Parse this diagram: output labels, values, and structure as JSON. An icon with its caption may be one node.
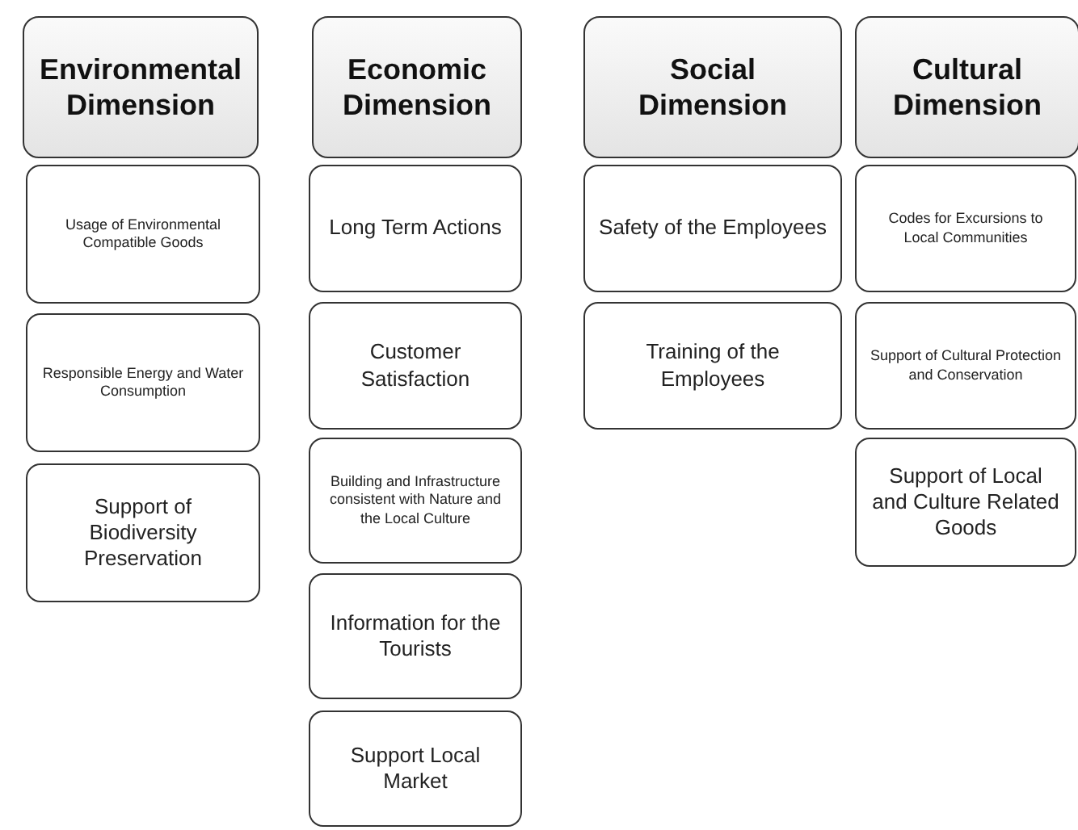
{
  "diagram": {
    "nodes": [
      {
        "text": [
          "Environmental Dimension"
        ]
      },
      {
        "text": [
          "Usage of Environmental Compatible Goods"
        ]
      },
      {
        "text": [
          "Responsible Energy and Water Consumption"
        ]
      },
      {
        "text": [
          "Support of Biodiversity Preservation"
        ]
      },
      {
        "text": [
          "Economic Dimension"
        ]
      },
      {
        "text": [
          "Long Term Actions"
        ]
      },
      {
        "text": [
          "Customer Satisfaction"
        ]
      },
      {
        "text": [
          "Building and Infrastructure consistent with Nature and the Local Culture"
        ]
      },
      {
        "text": [
          "Information for the Tourists"
        ]
      },
      {
        "text": [
          "Support Local Market"
        ]
      },
      {
        "text": [
          "Social Dimension"
        ]
      },
      {
        "text": [
          "Safety of the Employees"
        ]
      },
      {
        "text": [
          "Training of the Employees"
        ]
      },
      {
        "text": [
          "Cultural Dimension"
        ]
      },
      {
        "text": [
          "Codes for Excursions to Local Communities"
        ]
      },
      {
        "text": [
          "Support of Cultural Protection and Conservation"
        ]
      },
      {
        "text": [
          "Support of Local and Culture Related Goods"
        ]
      }
    ]
  }
}
